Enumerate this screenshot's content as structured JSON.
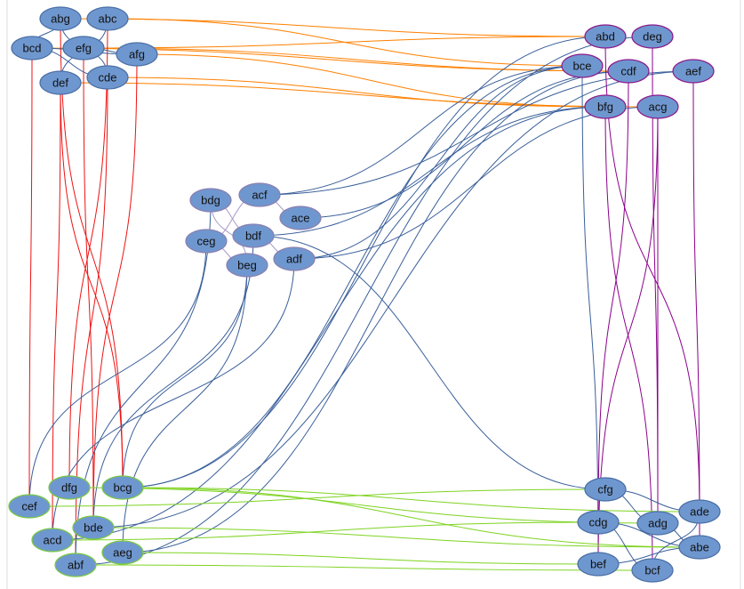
{
  "colors": {
    "node_fill": "#6f97cf",
    "group_a_border": "#4a6fa5",
    "group_b_border": "#8b1a8b",
    "group_c_border": "#7ac943",
    "group_d_border": "#8a7fb0",
    "group_e_border": "#4a6fa5",
    "edge_orange": "#ff8000",
    "edge_red": "#ee1111",
    "edge_blue": "#3a5f9a",
    "edge_purple": "#8b008b",
    "edge_green": "#7ed321",
    "edge_lavender": "#a899c8"
  },
  "groups": {
    "a": [
      "abg",
      "abc",
      "bcd",
      "efg",
      "afg",
      "def",
      "cde"
    ],
    "b": [
      "abd",
      "deg",
      "bce",
      "cdf",
      "aef",
      "bfg",
      "acg"
    ],
    "d": [
      "bdg",
      "acf",
      "ace",
      "ceg",
      "bdf",
      "beg",
      "adf"
    ],
    "c": [
      "cef",
      "dfg",
      "bcg",
      "acd",
      "bde",
      "aeg",
      "abf"
    ],
    "e": [
      "cfg",
      "ade",
      "cdg",
      "adg",
      "abe",
      "bef",
      "bcf"
    ]
  },
  "edges": {
    "orange": [
      [
        "abc",
        "bce"
      ],
      [
        "efg",
        "abd"
      ],
      [
        "bcd",
        "cdf"
      ],
      [
        "efg",
        "cdf"
      ],
      [
        "cde",
        "bfg"
      ],
      [
        "def",
        "acg"
      ],
      [
        "abg",
        "abd"
      ],
      [
        "afg",
        "bfg"
      ]
    ],
    "red": [
      [
        "bcd",
        "cef"
      ],
      [
        "def",
        "acd"
      ],
      [
        "efg",
        "bde"
      ],
      [
        "cde",
        "abf"
      ],
      [
        "afg",
        "bde"
      ],
      [
        "abg",
        "bcg"
      ],
      [
        "abc",
        "dfg"
      ],
      [
        "def",
        "bcg"
      ]
    ],
    "blue_top": [
      [
        "abg",
        "bcd"
      ],
      [
        "abg",
        "cde"
      ],
      [
        "bcd",
        "afg"
      ],
      [
        "efg",
        "afg"
      ],
      [
        "abc",
        "def"
      ],
      [
        "bcd",
        "cde"
      ]
    ],
    "blue": [
      [
        "acf",
        "bce"
      ],
      [
        "ace",
        "cdf"
      ],
      [
        "bdf",
        "bfg"
      ],
      [
        "adf",
        "acg"
      ],
      [
        "adf",
        "bce"
      ],
      [
        "acf",
        "aef"
      ],
      [
        "ceg",
        "cef"
      ],
      [
        "beg",
        "bcg"
      ],
      [
        "bdg",
        "abf"
      ],
      [
        "adf",
        "acd"
      ],
      [
        "beg",
        "aeg"
      ],
      [
        "bdf",
        "bde"
      ],
      [
        "bcg",
        "bce"
      ],
      [
        "bcg",
        "abd"
      ],
      [
        "aeg",
        "cdf"
      ],
      [
        "abf",
        "deg"
      ],
      [
        "acd",
        "bfg"
      ],
      [
        "bde",
        "aef"
      ],
      [
        "bdf",
        "cfg"
      ],
      [
        "bce",
        "bef"
      ]
    ],
    "purple": [
      [
        "bfg",
        "bcf"
      ],
      [
        "acg",
        "bef"
      ],
      [
        "deg",
        "adg"
      ],
      [
        "aef",
        "abe"
      ],
      [
        "cdf",
        "cdg"
      ],
      [
        "abd",
        "ade"
      ],
      [
        "acg",
        "adg"
      ]
    ],
    "green": [
      [
        "bcg",
        "ade"
      ],
      [
        "bcg",
        "abe"
      ],
      [
        "cef",
        "cfg"
      ],
      [
        "dfg",
        "adg"
      ],
      [
        "acd",
        "cdg"
      ],
      [
        "abf",
        "bcf"
      ],
      [
        "aeg",
        "bef"
      ],
      [
        "bde",
        "abe"
      ]
    ],
    "lavender": [
      [
        "bdg",
        "bdf"
      ],
      [
        "acf",
        "ceg"
      ],
      [
        "ceg",
        "beg"
      ],
      [
        "bdf",
        "adf"
      ],
      [
        "bdg",
        "beg"
      ],
      [
        "acf",
        "ace"
      ]
    ],
    "blue_bottom": [
      [
        "cfg",
        "adg"
      ],
      [
        "cfg",
        "ade"
      ],
      [
        "cdg",
        "bcf"
      ],
      [
        "adg",
        "abe"
      ],
      [
        "bef",
        "abe"
      ],
      [
        "ade",
        "bcf"
      ],
      [
        "cdg",
        "abe"
      ]
    ]
  }
}
